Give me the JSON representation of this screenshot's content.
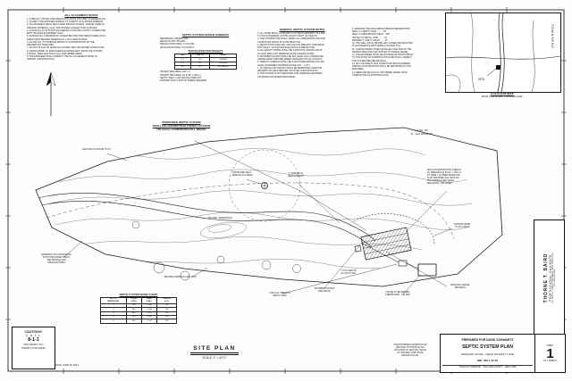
{
  "fill_notes": {
    "title": "FILL PLACEMENT NOTES",
    "lines": "1. STRIP ALL TOPSOIL AND VEGETATION FROM THE AREA TO RECEIVE FILL.\n2. SCARIFY THE EXPOSED SUBSOIL TO A DEPTH OF 6-INCHES MINIMUM.\n3. FILL MATERIAL SHALL BE A CLEAN BANK-RUN SAND / GRAVEL FREE OF\nORGANIC MATERIAL, CLAY, AND STONES LARGER THAN 3-INCHES.\n4. PLACE FILL IN LIFTS NOT EXCEEDING 12-INCHES, LIGHTLY COMPACTED\nWITH TRACKED EQUIPMENT ONLY.\n5. EXTEND FILL A MINIMUM OF 10-FEET BEYOND THE TRENCH AREA IN ALL\nDIRECTIONS BEFORE TAPERING AT 1 ON 3 SIDE SLOPES.\n6. ALLOW FILL TO STABILIZE PRIOR TO CONSTRUCTION OF THE\nABSORPTION TRENCHES.\n7. DO NOT PLACE OR WORK FILL DURING WET OR FROZEN CONDITIONS.\n8. FINISH GRADE TO SHED SURFACE WATER AWAY FROM THE SYSTEM;\nTOPSOIL, SEED AND MULCH ALL DISTURBED AREAS.\n9. THE ENGINEER SHALL INSPECT THE FILL PLACEMENT PRIOR TO\nTRENCH CONSTRUCTION."
  },
  "design_summary": {
    "title": "SEPTIC SYSTEM DESIGN SUMMARY",
    "lines": "RESIDENCE: 3 BEDROOMS\nDESIGN FLOW: 330 GPD\nPERCOLATION RATE: 1\" IN 8 MIN.\nAPPLICATION RATE: 0.8 GPD/S.F.",
    "perc_title": "PERCOLATION TEST RESULTS",
    "table": {
      "headers": [
        "TEST",
        "DEPTH",
        "RATE"
      ],
      "rows": [
        [
          "P-1",
          "24\"",
          "8 MIN/IN"
        ],
        [
          "P-2",
          "26\"",
          "10 MIN/IN"
        ],
        [
          "D-1",
          "60\"",
          "NO WATER"
        ]
      ]
    },
    "lines2": "TRENCH REQUIRED: 150 L.F.\nTRENCH PROVIDED: (4) @ 50' = 200 L.F.\nSEPTIC TANK: 1,000 GALLON PRECAST\nDISTRIBUTION: D-BOX W/ SPEED LEVELERS"
  },
  "general_notes": {
    "title": "GENERAL SEPTIC SYSTEM NOTES",
    "lines": "1. ALL WORK SHALL CONFORM TO NYSDOH APPENDIX 75-A AND\nTO THE STANDARDS OF THE COUNTY DEPT. OF HEALTH.\n2. THE CONTRACTOR SHALL VERIFY ALL DIMENSIONS AND SITE\nCONDITIONS PRIOR TO CONSTRUCTION.\n3. SEPTIC TANK SHALL BE 1,000 GALLON PRECAST CONCRETE\nWITH INLET / OUTLET BAFFLES AND GAS DEFLECTOR.\n4. ALL GRAVITY PIPING SHALL BE 4-INCH PVC SDR-35 LAID AT\n1/4-INCH PER FOOT MINIMUM SLOPE UNLESS NOTED.\n5. DISTRIBUTION BOX SHALL BE SET LEVEL ON A COMPACTED\nGRAVEL BASE; PROVIDE SPEED LEVELERS ON ALL OUTLETS.\n6. TRENCH LATERALS SHALL BE 4-INCH PERFORATED PVC SET\nLEVEL IN WASHED CRUSHED STONE (3/4\" - 1 1/2\").\n7. NO VEHICULAR TRAFFIC SHALL BE PERMITTED OVER THE\nABSORPTION FIELD BEFORE OR AFTER CONSTRUCTION.\n8. THE SYSTEM IS NOT DESIGNED FOR GARBAGE GRINDERS\nOR WATER SOFTENER DISCHARGE."
  },
  "row2_notes": {
    "lines": "9. MAINTAIN THE FOLLOWING MINIMUM SEPARATIONS:\nWELL TO SEPTIC TANK .......... 50'\nWELL TO ABSORPTION FIELD .. 100'\nHOUSE TO SEPTIC TANK ........ 10'\nPROPERTY LINE TO FIELD ...... 10'\n10. THE WELL SHALL BE DRILLED, CASED AND GROUTED\nIN ACCORDANCE WITH AWWA A-100 AND 75-A.\n11. CURTAIN DRAIN TO BE INSTALLED UPSLOPE OF THE\nTRENCH AREA AND DAYLIGHTED TO STABLE GRADE.\n12. THE ENGINEER SHALL BE NOTIFIED 48 HOURS PRIOR\nTO THE START OF CONSTRUCTION AND SHALL INSPECT\nTHE SYSTEM BEFORE BACKFILL.\n13. ANY CHANGE IN SOIL CONDITIONS ENCOUNTERED\nDURING CONSTRUCTION SHALL BE REPORTED TO THE\nENGINEER.\n14. SEED AND MULCH ALL DISTURBED AREAS UPON\nCOMPLETION OF CONSTRUCTION."
  },
  "location_map": {
    "road_label": "TOWNSEND",
    "site_label": "SITE",
    "title": "LOCATION MAP",
    "subtitle": "FROM U.S.G.S. MAP \"HIGHLAND LAKE\""
  },
  "proposed_label": {
    "line1": "PROPOSED SEPTIC SYSTEM",
    "line2": "SHALLOW ABSORPTION TRENCH SYSTEM",
    "line3": "(18-inches of IMPORTED FILL REQ'D)"
  },
  "plan": {
    "land_of": "LAND OF\nD. SCHWARTZ",
    "trench_note": "SHALLOW ABSORPTION TRENCH:\n(4) TRENCHES @ 50' EA. = 200 L.F.\n24\" WIDE x 12\" DEEP EFFECTIVE\nIN 18\" IMPORTED FILL SECTION\nPVC LATERALS SET LEVEL\nSEE DETAIL, THIS SHEET",
    "annotations": {
      "well": "PROPOSED WELL\n(DRILLED & CASED)",
      "topsoil": "4\" TOPSOIL W/\nSEED & MULCH",
      "curtain": "CURTAIN DRAIN\nTO DAYLIGHT",
      "dbox": "DISTRIBUTION BOX\nSEE DETAIL",
      "tank": "1,000 GAL. PRECAST\nSEPTIC TANK",
      "house": "HOUSE TO BE SERVED\n3 BEDROOMS - 330 GPD",
      "driveway": "EXISTING GRAVEL\nDRIVEWAY",
      "setback": "BUILDING SETBACK LINE (TYP.)",
      "sewer": "4\" PVC SDR-35\n@ 1/4\"/FT. MIN.",
      "contour": "EXISTING CONTOUR (TYP.)",
      "well_sep": "100' WELL SEPARATION",
      "driveway_note": "DRIVEWAY IN ACCORDANCE\nWITH TOWN ROAD SPECS.\nSEE PROFILE AND\nSPECIFICATIONS"
    }
  },
  "sizing_chart": {
    "title": "SEPTIC SYSTEM SIZING CHART",
    "table": {
      "headers": [
        "NO. OF\nBEDROOMS",
        "FLOW\n(GPD)",
        "TANK\n(GAL.)",
        "TRENCH\n(L.F.)"
      ],
      "rows": [
        [
          "2",
          "220",
          "1,000",
          "100"
        ],
        [
          "3",
          "330",
          "1,000",
          "150"
        ],
        [
          "4",
          "440",
          "1,250",
          "200"
        ],
        [
          "5",
          "550",
          "1,500",
          "250"
        ],
        [
          "6",
          "660",
          "1,750",
          "300"
        ]
      ]
    }
  },
  "site_title": {
    "title": "SITE PLAN",
    "scale": "SCALE:  1\" = 40'-0\""
  },
  "caution": {
    "l1": "CAUTION!!!",
    "l2": "C A L L",
    "l3": "8-1-1",
    "l4": "\"DIG SAFELY NY\"",
    "l5": "PRIOR TO DIGGING"
  },
  "legal": "UNAUTHORIZED ALTERATION OR\nADDITION TO THIS PLAN IS A\nVIOLATION OF SECTION 7209 (2)\nOF THE NEW YORK STATE\nEDUCATION LAW.",
  "title_block": {
    "prepared_for": "PREPARED FOR DAVID SCHWARTZ",
    "plan_title": "SEPTIC SYSTEM PLAN",
    "location": "GREGORY ROAD - NEAR SACKETT LAKE",
    "parcel": "DBL 456-1-22.30",
    "municipality": "TOWN OF THOMPSON - \"SULLIVAN COUNTY\" - NEW YORK",
    "sheet_label": "SHEET",
    "sheet_number": "1",
    "of_sheets": "OF 1 SHEETS",
    "date": "DATE:  JUNE 29, 2021"
  },
  "engineer": {
    "name": "THORNE T. BAIRD",
    "title": "PROFESSIONAL ENGINEER",
    "addr1": "P.O. BOX 93  -  LIVINGSTON MANOR, NEW YORK 12758",
    "addr2": "TEL: (845) 439-4400"
  }
}
